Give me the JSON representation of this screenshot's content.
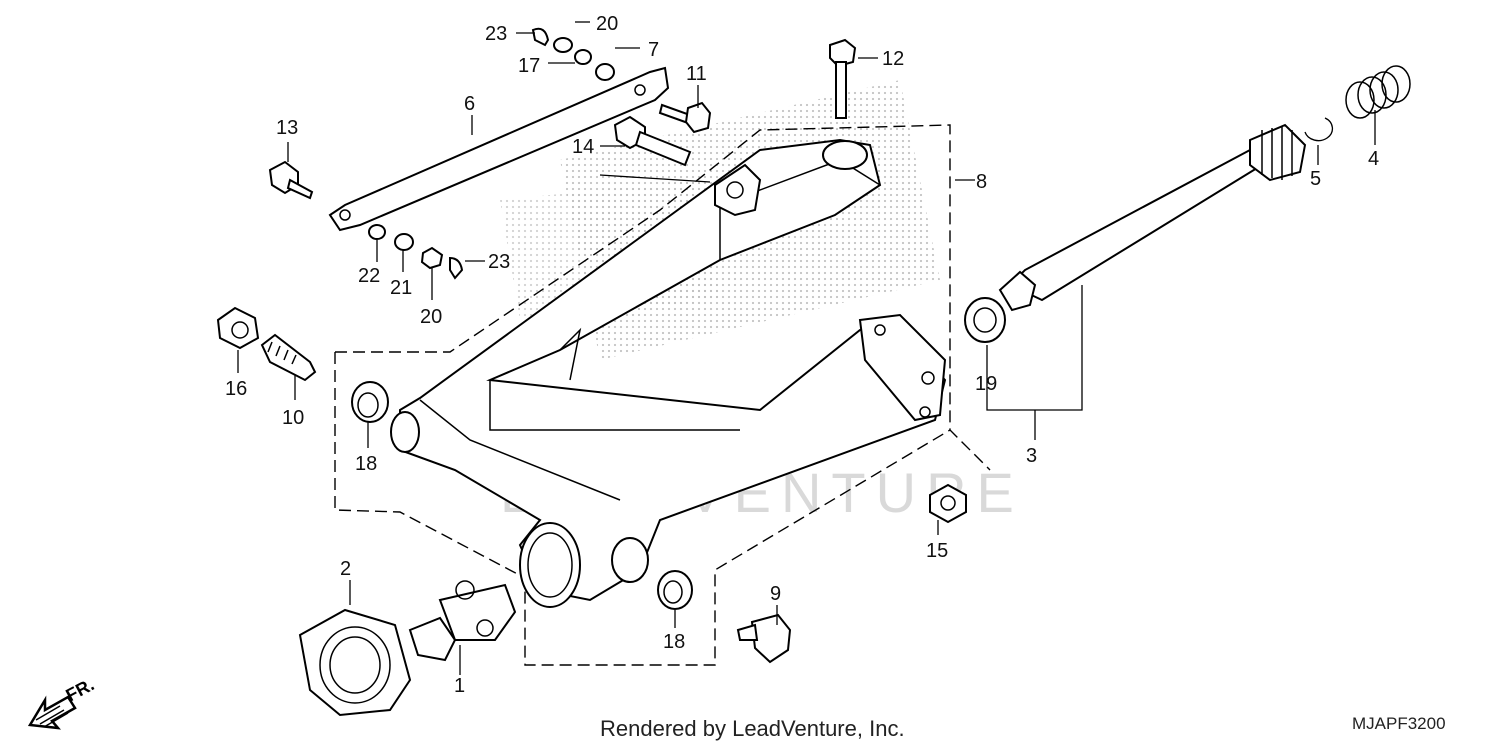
{
  "diagram": {
    "footer": {
      "credit": "Rendered by LeadVenture, Inc.",
      "diagram_code": "MJAPF3200"
    },
    "front_indicator": {
      "label": "FR.",
      "icon": "front-direction-arrow-icon"
    },
    "watermark": {
      "text": "LEADVENTURE"
    },
    "callouts": {
      "p1": "1",
      "p2": "2",
      "p3": "3",
      "p4": "4",
      "p5": "5",
      "p6": "6",
      "p7": "7",
      "p8": "8",
      "p9": "9",
      "p10": "10",
      "p11": "11",
      "p12": "12",
      "p13": "13",
      "p14": "14",
      "p15": "15",
      "p16": "16",
      "p17": "17",
      "p18a": "18",
      "p18b": "18",
      "p19": "19",
      "p20a": "20",
      "p20b": "20",
      "p21": "21",
      "p22": "22",
      "p23a": "23",
      "p23b": "23"
    }
  }
}
